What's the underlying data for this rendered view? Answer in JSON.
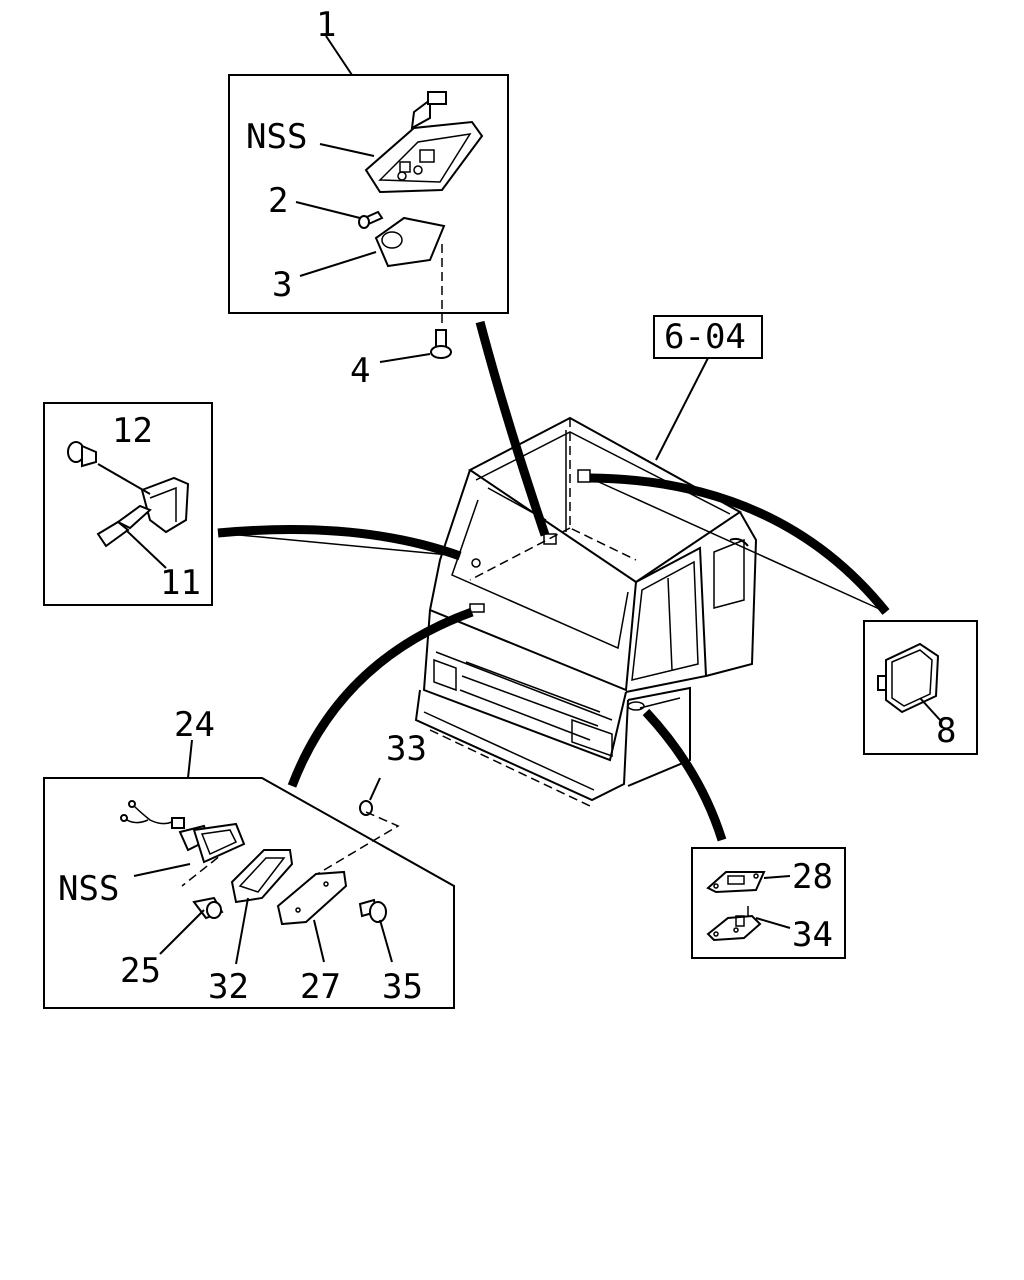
{
  "ref_box": "6-04",
  "group_top": {
    "callout": "1",
    "labels": {
      "nss": "NSS",
      "p2": "2",
      "p3": "3"
    },
    "bolt": "4"
  },
  "group_left": {
    "labels": {
      "p12": "12",
      "p11": "11"
    }
  },
  "group_right": {
    "labels": {
      "p8": "8"
    }
  },
  "group_bottom": {
    "callout": "24",
    "labels": {
      "nss": "NSS",
      "p25": "25",
      "p32": "32",
      "p27": "27",
      "p35": "35"
    },
    "clip": "33"
  },
  "group_lowright": {
    "labels": {
      "p28": "28",
      "p34": "34"
    }
  },
  "icons": {
    "cab": "truck-cab-icon",
    "dome_lamp": "dome-lamp-icon",
    "bulb": "bulb-icon",
    "lens": "lamp-lens-icon",
    "bolt": "bolt-icon",
    "switch": "door-switch-icon",
    "clip": "clip-icon",
    "cover": "cover-icon",
    "side_lamp": "side-marker-lamp-icon",
    "screw": "screw-icon",
    "plate": "plate-icon"
  }
}
